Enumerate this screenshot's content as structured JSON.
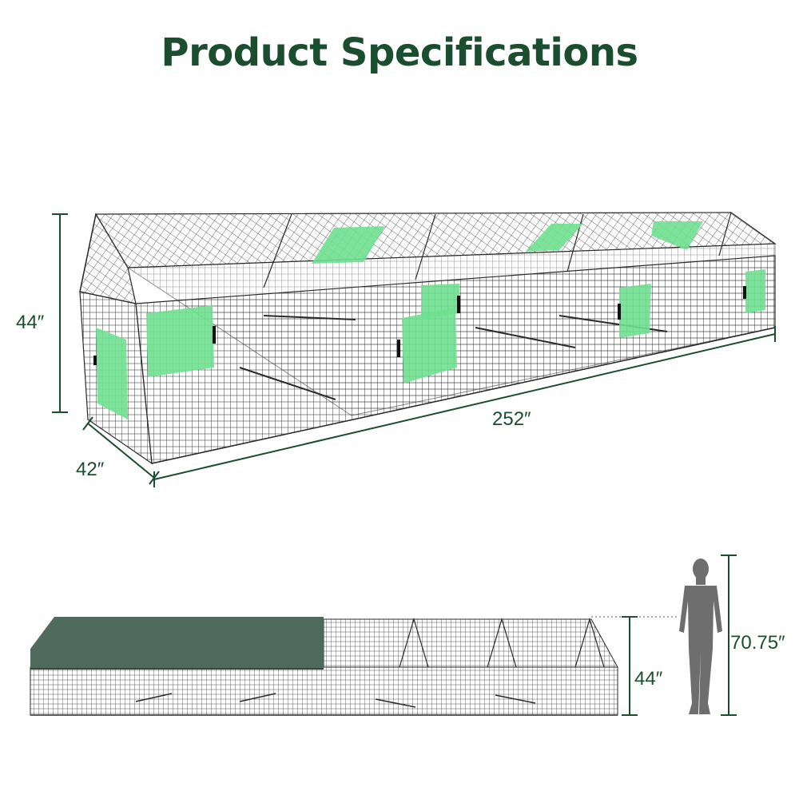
{
  "title": "Product Specifications",
  "dimensions": {
    "height": "44″",
    "depth": "42″",
    "length": "252″",
    "side_height": "44″",
    "person_height": "70.75″"
  },
  "colors": {
    "title": "#1b4d2f",
    "dimension_line": "#1b4d2f",
    "panel_green": "#6fe08f",
    "wire": "#2a2a2a",
    "cover": "#4f6b5d",
    "person": "#6e6e6e"
  },
  "icons": [
    "wire-enclosure",
    "green-door-panel",
    "cover-sheet",
    "person-silhouette"
  ]
}
